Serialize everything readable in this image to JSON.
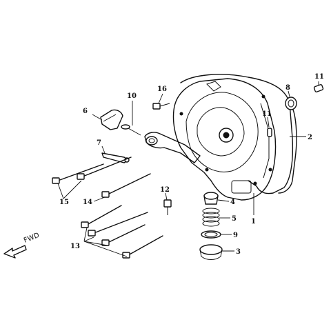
{
  "callouts": {
    "c1": "1",
    "c2": "2",
    "c3": "3",
    "c4": "4",
    "c5": "5",
    "c6": "6",
    "c7": "7",
    "c8": "8",
    "c9": "9",
    "c10": "10",
    "c11a": "11",
    "c11b": "11",
    "c12": "12",
    "c13": "13",
    "c14": "14",
    "c15": "15",
    "c16": "16"
  },
  "direction_label": "FWD"
}
